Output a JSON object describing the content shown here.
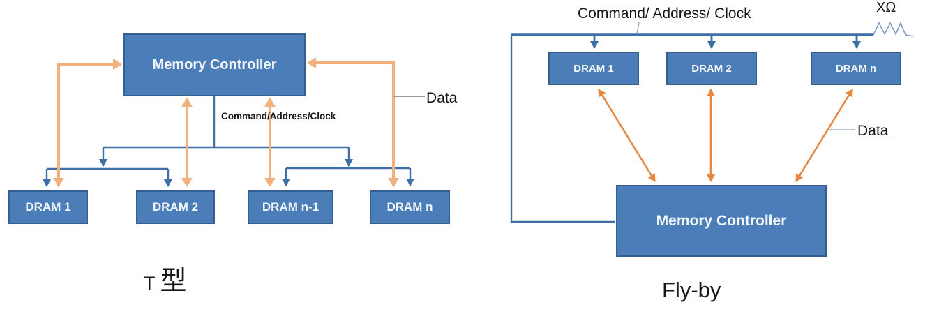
{
  "colors": {
    "box-fill": "#4b7db9",
    "box-border": "#355f8e",
    "box-text": "#f2f6fb",
    "line-blue": "#3e6fa6",
    "orange-left": "#f2b17c",
    "orange-right": "#e8873d",
    "label-text": "#161616",
    "callout-left": "#5a5a5a",
    "callout-right": "#8aa0bd",
    "zigzag": "#7e99c3"
  },
  "left_diagram": {
    "memory_controller": "Memory Controller",
    "dram_boxes": [
      "DRAM 1",
      "DRAM 2",
      "DRAM n-1",
      "DRAM n"
    ],
    "labels": {
      "command": "Command/Address/Clock",
      "data": "Data"
    },
    "caption_t": "T",
    "caption_cjk": "型"
  },
  "right_diagram": {
    "memory_controller": "Memory Controller",
    "dram_boxes": [
      "DRAM 1",
      "DRAM 2",
      "DRAM n"
    ],
    "labels": {
      "command": "Command/ Address/ Clock",
      "data": "Data",
      "resistor": "XΩ"
    },
    "caption": "Fly-by"
  }
}
